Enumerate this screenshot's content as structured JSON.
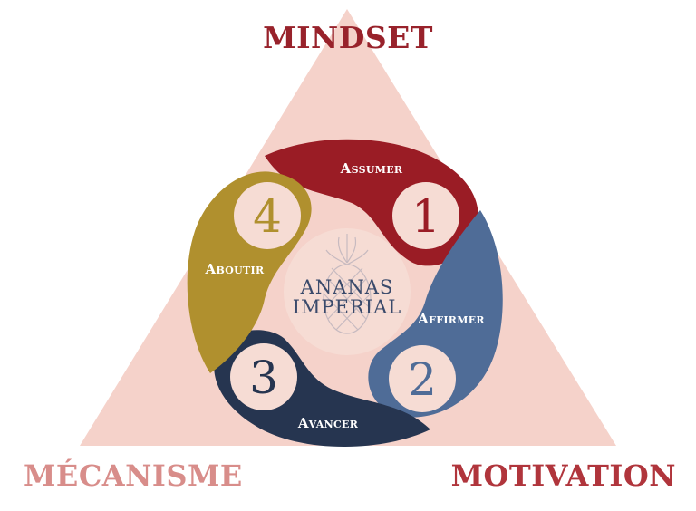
{
  "corners": {
    "top": "MINDSET",
    "left": "MÉCANISME",
    "right": "MOTIVATION"
  },
  "center": {
    "line1": "ANANAS",
    "line2": "IMPERIAL"
  },
  "segments": [
    {
      "number": "1",
      "label": "Assumer",
      "color": "#9a1c25"
    },
    {
      "number": "2",
      "label": "Affirmer",
      "color": "#4f6c97"
    },
    {
      "number": "3",
      "label": "Avancer",
      "color": "#263550"
    },
    {
      "number": "4",
      "label": "Aboutir",
      "color": "#b0902e"
    }
  ],
  "colors": {
    "triangle": "#f5d2ca",
    "inner_circle": "#f6dcd4",
    "corner_top": "#98222b",
    "corner_left": "#d88d8a",
    "corner_right": "#b0353c"
  }
}
